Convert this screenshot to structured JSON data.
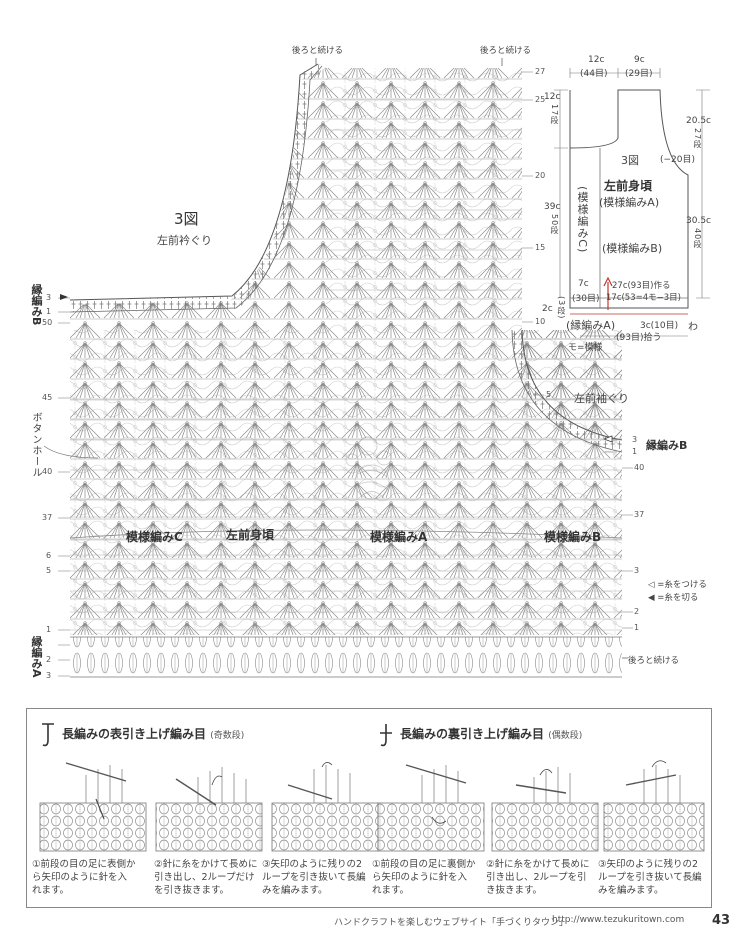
{
  "chart": {
    "figure_label": "3図",
    "neckline_label": "左前衿ぐり",
    "armhole_label": "左前袖ぐり",
    "body_label": "左前身頃",
    "pattern_a": "模様編みA",
    "pattern_b": "模様編みB",
    "pattern_c": "模様編みC",
    "continue_back_left": "後ろと続ける",
    "continue_back_right": "後ろと続ける",
    "continue_back_bottom": "後ろと続ける",
    "edge_b_left": "縁編みB",
    "edge_b_right": "縁編みB",
    "edge_a_left": "縁編みA",
    "buttonhole": "ボタンホール",
    "legend_join": "◁ =糸をつける",
    "legend_cut": "◀ =糸を切る",
    "right_rows": [
      "27",
      "25",
      "20",
      "15",
      "10",
      "5",
      "3",
      "1",
      "40",
      "37",
      "3",
      "2",
      "1"
    ],
    "left_rows": [
      "3",
      "1",
      "50",
      "45",
      "40",
      "37",
      "6",
      "5",
      "1",
      "2",
      "3"
    ]
  },
  "schematic": {
    "top_w1": "12c",
    "top_w1_st": "(44目)",
    "top_w2": "9c",
    "top_w2_st": "(29目)",
    "h1": "12c",
    "h1_rows": "17段",
    "h2": "20.5c",
    "h2_rows": "27段",
    "decrease": "(−20目)",
    "h3": "39c",
    "h3_rows": "50段",
    "h4": "30.5c",
    "h4_rows": "40段",
    "fig": "3図",
    "title": "左前身頃",
    "pattern_a": "(模様編みA)",
    "pattern_b": "(模様編みB)",
    "pattern_c": "(模様編みC)",
    "inner_h": "7c",
    "inner_rows": "(30目)",
    "make": "27c(93目)作る",
    "make2": "17c(53=4モ−3目)",
    "bottom_h": "2c",
    "bottom_rows": "(3段)",
    "edge_a": "(縁編みA)",
    "bottom_w": "3c(10目)",
    "pickup": "(93目)拾う",
    "wa": "わ",
    "motif": "モ=模様"
  },
  "tutorial": {
    "left_title": "長編みの表引き上げ編み目",
    "left_sub": "(奇数段)",
    "right_title": "長編みの裏引き上げ編み目",
    "right_sub": "(偶数段)",
    "steps": [
      "①前段の目の足に表側から矢印のように針を入れます。",
      "②針に糸をかけて長めに引き出し、2ループだけを引き抜きます。",
      "③矢印のように残りの2ループを引き抜いて長編みを編みます。",
      "①前段の目の足に裏側から矢印のように針を入れます。",
      "②針に糸をかけて長めに引き出し、2ループを引き抜きます。",
      "③矢印のように残りの2ループを引き抜いて長編みを編みます。"
    ]
  },
  "footer": {
    "site": "ハンドクラフトを楽しむウェブサイト「手づくりタウン」",
    "url": "http://www.tezukuritown.com",
    "page": "43"
  }
}
